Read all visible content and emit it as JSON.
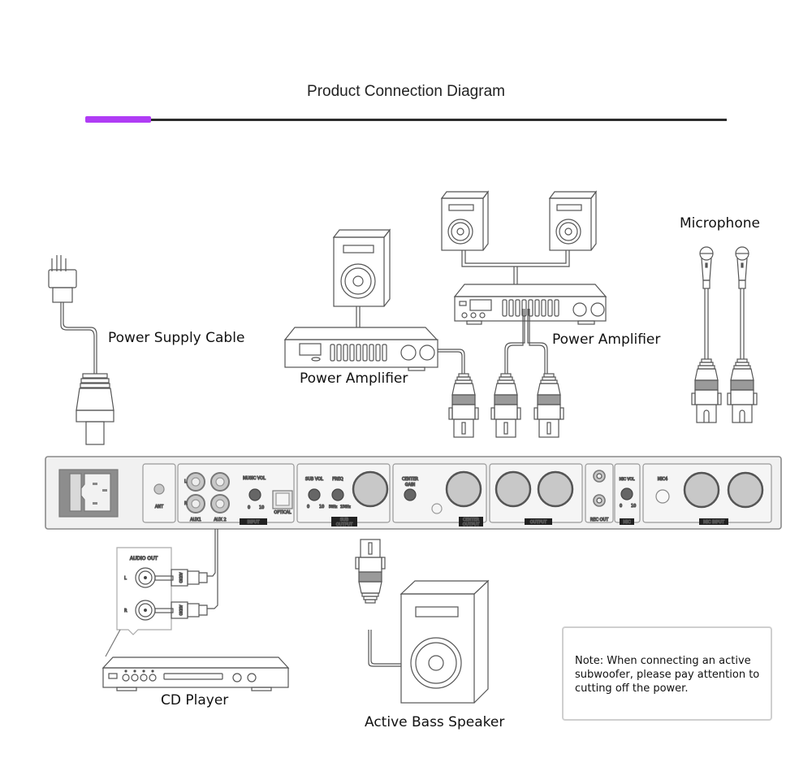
{
  "header": {
    "title": "Product Connection Diagram",
    "accent_color": "#b03cf5",
    "rule_color": "#2c2c2c"
  },
  "labels": {
    "power_supply_cable": "Power Supply Cable",
    "power_amplifier_left": "Power Amplifier",
    "power_amplifier_right": "Power Amplifier",
    "microphone": "Microphone",
    "cd_player": "CD Player",
    "active_bass_speaker": "Active Bass Speaker"
  },
  "device_panel": {
    "sections": {
      "power": "",
      "antenna": "ANT",
      "aux1": "AUX1",
      "aux2": "AUX 2",
      "left_channel": "L",
      "right_channel": "R",
      "music_vol": "MUSIC VOL",
      "music_vol_min": "0",
      "music_vol_max": "10",
      "optical": "OPTICAL",
      "input_tag": "INPUT",
      "sub_vol": "SUB VOL",
      "freq": "FREQ",
      "sub_vol_min": "0",
      "sub_vol_max": "10",
      "freq_min": "50Hz",
      "freq_max": "150Hz",
      "sub_output_tag_1": "SUB",
      "sub_output_tag_2": "OUTPUT",
      "center_gain_1": "CENTER",
      "center_gain_2": "GAIN",
      "center_output_tag_1": "CENTER",
      "center_output_tag_2": "OUTPUT",
      "output_tag": "OUTPUT",
      "rec_out": "REC OUT",
      "mic_vol": "MIC VOL",
      "mic_vol_min": "0",
      "mic_vol_max": "10",
      "mic_tag": "MIC",
      "mic4": "MIC4",
      "mic_input_tag": "MIC INPUT"
    }
  },
  "cd_player_detail": {
    "audio_out": "AUDIO OUT",
    "left_jack": "L",
    "right_jack": "R",
    "plug_label": "AUDIO"
  },
  "note": {
    "text": "Note: When connecting an active subwoofer, please pay attention to cutting off the power."
  }
}
